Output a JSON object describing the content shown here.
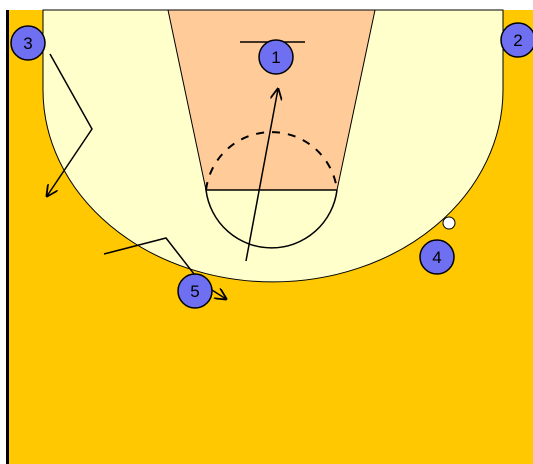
{
  "colors": {
    "court": "#FFC800",
    "inside_three": "#FFFFCC",
    "lane": "#FFCC99",
    "player_fill": "#6F6FF2",
    "player_stroke": "#000000",
    "ball": "#FFFFFF",
    "line": "#000000"
  },
  "players": [
    {
      "id": "player-1",
      "label": "1"
    },
    {
      "id": "player-2",
      "label": "2"
    },
    {
      "id": "player-3",
      "label": "3"
    },
    {
      "id": "player-4",
      "label": "4"
    },
    {
      "id": "player-5",
      "label": "5"
    }
  ],
  "elements": {
    "ball": "ball-icon",
    "basket": "basket-icon"
  }
}
